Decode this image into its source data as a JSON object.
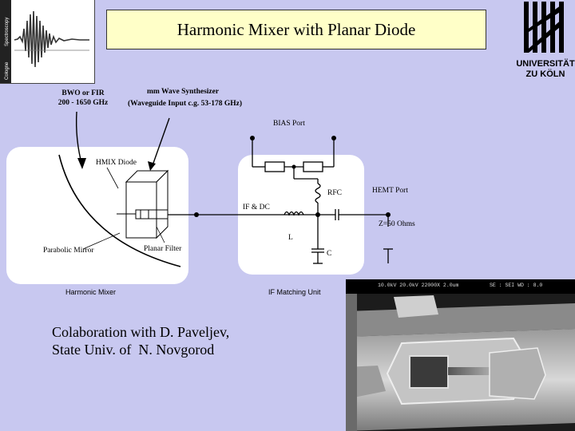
{
  "slide": {
    "title": "Harmonic Mixer with Planar Diode",
    "credit_line1": "Colaboration with D. Paveljev,",
    "credit_line2": "State Univ. of  N. Novgorod"
  },
  "logos": {
    "left_logo_icon": "spectroscopy-waveform-logo",
    "left_side_text_1": "Spectroscopy",
    "left_side_text_2": "Cologne",
    "university_line1": "UNIVERSITÄT",
    "university_line2": "ZU KÖLN"
  },
  "diagram": {
    "source_line1": "BWO or FIR",
    "source_line2": "200 - 1650 GHz",
    "synth_line1": "mm Wave Synthesizer",
    "synth_line2": "(Waveguide Input c.g. 53-178 GHz)",
    "hmix_diode": "HMIX Diode",
    "parabolic_mirror": "Parabolic Mirror",
    "planar_filter": "Planar Filter",
    "harmonic_mixer": "Harmonic Mixer",
    "bias_port": "BIAS Port",
    "rfc": "RFC",
    "hemt_port": "HEMT Port",
    "if_dc": "IF & DC",
    "impedance": "Z=50 Ohms",
    "inductor": "L",
    "capacitor": "C",
    "if_matching_unit": "IF Matching Unit"
  },
  "sem_image": {
    "header_left": "10.0kV 20.0kV 22000X 2.0um",
    "header_right": "SE : SEI   WD : 8.0"
  },
  "colors": {
    "background": "#c8c8f0",
    "title_box": "#ffffc8",
    "panel": "#ffffff"
  }
}
